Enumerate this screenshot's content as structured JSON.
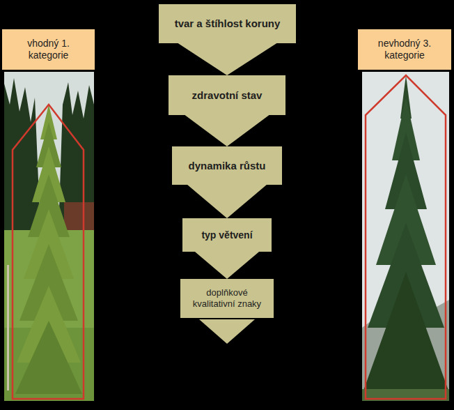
{
  "diagram": {
    "nodes": [
      {
        "text": [
          "tvar a štíhlost koruny"
        ]
      },
      {
        "text": [
          "zdravotní stav"
        ]
      },
      {
        "text": [
          "dynamika růstu"
        ]
      },
      {
        "text": [
          "typ větvení"
        ]
      },
      {
        "text": [
          "doplňkové kvalitativní znaky"
        ]
      },
      {
        "text": [
          "vhodný 1. kategorie"
        ]
      },
      {
        "text": [
          "nevhodný 3. kategorie"
        ]
      }
    ],
    "edges": [
      {
        "from": 0,
        "to": 1,
        "arrow": "to"
      },
      {
        "from": 1,
        "to": 2,
        "arrow": "to"
      },
      {
        "from": 2,
        "to": 3,
        "arrow": "to"
      },
      {
        "from": 3,
        "to": 4,
        "arrow": "to"
      }
    ]
  }
}
